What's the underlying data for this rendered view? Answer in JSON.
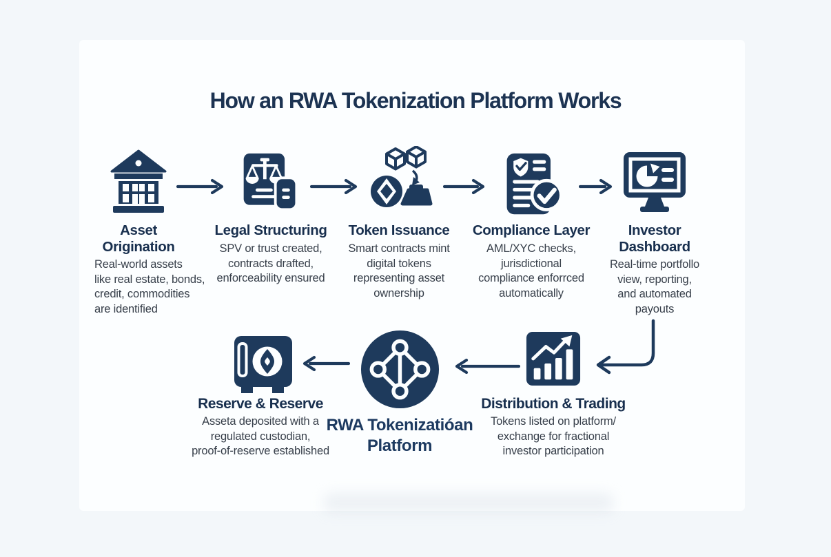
{
  "colors": {
    "navy": "#1e3a5c",
    "title": "#1c3352",
    "body_text": "#373f4a",
    "background": "#f3f7fa",
    "panel": "#fcfeff"
  },
  "title": "How an RWA Tokenization Platform Works",
  "steps": [
    {
      "icon": "bank-icon",
      "title": "Asset\nOrigination",
      "desc": "Real-world assets\nlike real estate, bonds,\ncredit, commodities\nare identified"
    },
    {
      "icon": "scales-document-icon",
      "title": "Legal Structuring",
      "desc": "SPV or trust created,\ncontracts drafted,\nenforceability ensured"
    },
    {
      "icon": "cubes-coin-icon",
      "title": "Token Issuance",
      "desc": "Smart contracts mint\ndigital tokens\nrepresenting asset\nownership"
    },
    {
      "icon": "document-checkmark-icon",
      "title": "Compliance Layer",
      "desc": "AML/XYC checks,\njurisdictional\ncompliance enforrced\nautomatically"
    },
    {
      "icon": "dashboard-monitor-icon",
      "title": "Investor\nDashboard",
      "desc": "Real-time portfollo\nview, reporting,\nand automated\npayouts"
    }
  ],
  "bottom": {
    "reserve": {
      "icon": "vault-icon",
      "title": "Reserve & Reserve",
      "desc": "Asseta deposited with a\nregulated custodian,\nproof-of-reserve established"
    },
    "platform": {
      "icon": "network-nodes-icon",
      "title": "RWA Tokenizatióan\nPlatform"
    },
    "distribution": {
      "icon": "bar-chart-icon",
      "title": "Distribution & Trading",
      "desc": "Tokens listed on platform/\nexchange for fractional\ninvestor participation"
    }
  }
}
